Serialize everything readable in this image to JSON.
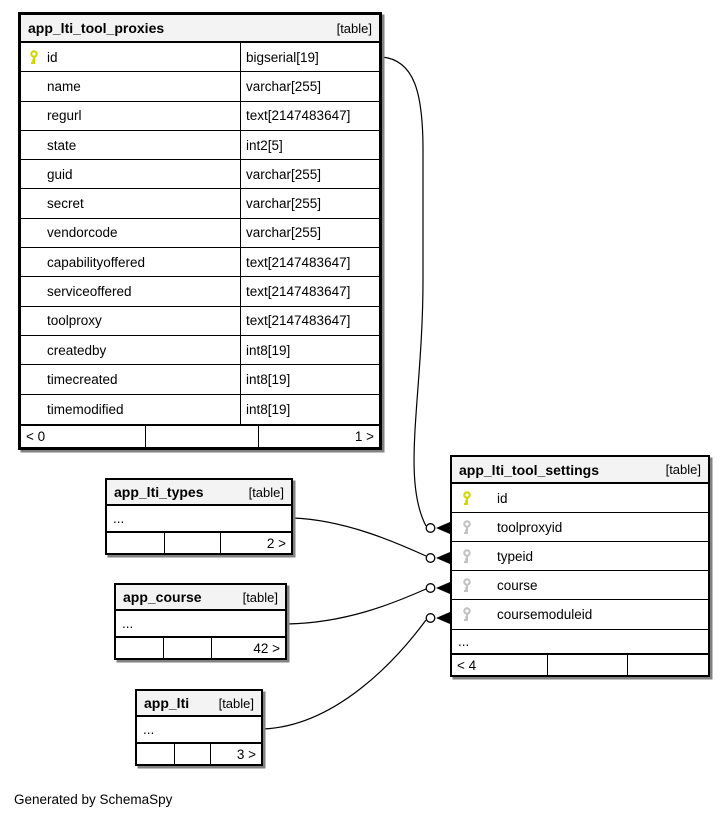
{
  "note": "Generated by SchemaSpy",
  "colors": {
    "primary_key": "#d4d400",
    "foreign_key": "#c2c2c2",
    "header_bg": "#f3f3f3",
    "border": "#000000",
    "shadow": "#828282"
  },
  "tables": {
    "proxies": {
      "title": "app_lti_tool_proxies",
      "tag": "[table]",
      "columns": [
        {
          "name": "id",
          "type": "bigserial[19]",
          "key": "primary"
        },
        {
          "name": "name",
          "type": "varchar[255]",
          "key": ""
        },
        {
          "name": "regurl",
          "type": "text[2147483647]",
          "key": ""
        },
        {
          "name": "state",
          "type": "int2[5]",
          "key": ""
        },
        {
          "name": "guid",
          "type": "varchar[255]",
          "key": ""
        },
        {
          "name": "secret",
          "type": "varchar[255]",
          "key": ""
        },
        {
          "name": "vendorcode",
          "type": "varchar[255]",
          "key": ""
        },
        {
          "name": "capabilityoffered",
          "type": "text[2147483647]",
          "key": ""
        },
        {
          "name": "serviceoffered",
          "type": "text[2147483647]",
          "key": ""
        },
        {
          "name": "toolproxy",
          "type": "text[2147483647]",
          "key": ""
        },
        {
          "name": "createdby",
          "type": "int8[19]",
          "key": ""
        },
        {
          "name": "timecreated",
          "type": "int8[19]",
          "key": ""
        },
        {
          "name": "timemodified",
          "type": "int8[19]",
          "key": ""
        }
      ],
      "footer_left": "< 0",
      "footer_mid": "",
      "footer_right": "1 >"
    },
    "types": {
      "title": "app_lti_types",
      "tag": "[table]",
      "ellipsis": "...",
      "footer_left": "",
      "footer_mid": "",
      "footer_right": "2 >"
    },
    "course": {
      "title": "app_course",
      "tag": "[table]",
      "ellipsis": "...",
      "footer_left": "",
      "footer_mid": "",
      "footer_right": "42 >"
    },
    "lti": {
      "title": "app_lti",
      "tag": "[table]",
      "ellipsis": "...",
      "footer_left": "",
      "footer_mid": "",
      "footer_right": "3 >"
    },
    "settings": {
      "title": "app_lti_tool_settings",
      "tag": "[table]",
      "columns": [
        {
          "name": "id",
          "key": "primary"
        },
        {
          "name": "toolproxyid",
          "key": "foreign"
        },
        {
          "name": "typeid",
          "key": "foreign"
        },
        {
          "name": "course",
          "key": "foreign"
        },
        {
          "name": "coursemoduleid",
          "key": "foreign"
        }
      ],
      "ellipsis": "...",
      "footer_left": "< 4",
      "footer_mid": "",
      "footer_right": ""
    }
  },
  "relationships": [
    {
      "from": "app_lti_tool_proxies.id",
      "to": "app_lti_tool_settings.toolproxyid"
    },
    {
      "from": "app_lti_types",
      "to": "app_lti_tool_settings.typeid"
    },
    {
      "from": "app_course",
      "to": "app_lti_tool_settings.course"
    },
    {
      "from": "app_lti",
      "to": "app_lti_tool_settings.coursemoduleid"
    }
  ]
}
